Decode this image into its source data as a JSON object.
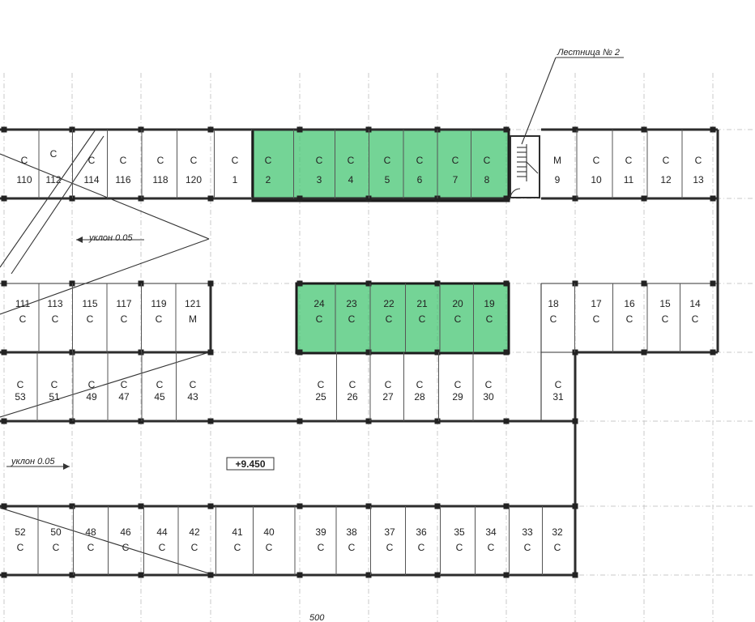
{
  "stair_label": "Лестница № 2",
  "elevation": "+9.450",
  "slope_labels": [
    "уклон 0.05",
    "уклон 0.05"
  ],
  "bottom_dimension": "500",
  "colors": {
    "highlight_fill": "#3ec46d",
    "highlight_opacity": 0.72,
    "wall": "#2d2d2d",
    "grid": "#c9c9c9"
  },
  "rows": {
    "row1": [
      {
        "num": "110",
        "type": "С"
      },
      {
        "num": "112",
        "type": "С"
      },
      {
        "num": "114",
        "type": "С"
      },
      {
        "num": "116",
        "type": "С"
      },
      {
        "num": "118",
        "type": "С"
      },
      {
        "num": "120",
        "type": "С"
      },
      {
        "num": "1",
        "type": "С"
      },
      {
        "num": "2",
        "type": "С"
      },
      {
        "num": "3",
        "type": "С"
      },
      {
        "num": "4",
        "type": "С"
      },
      {
        "num": "5",
        "type": "С"
      },
      {
        "num": "6",
        "type": "С"
      },
      {
        "num": "7",
        "type": "С"
      },
      {
        "num": "8",
        "type": "С"
      },
      {
        "num": "9",
        "type": "М"
      },
      {
        "num": "10",
        "type": "С"
      },
      {
        "num": "11",
        "type": "С"
      },
      {
        "num": "12",
        "type": "С"
      },
      {
        "num": "13",
        "type": "С"
      }
    ],
    "row2": [
      {
        "num": "111",
        "type": "С"
      },
      {
        "num": "113",
        "type": "С"
      },
      {
        "num": "115",
        "type": "С"
      },
      {
        "num": "117",
        "type": "С"
      },
      {
        "num": "119",
        "type": "С"
      },
      {
        "num": "121",
        "type": "М"
      },
      {
        "num": "24",
        "type": "С"
      },
      {
        "num": "23",
        "type": "С"
      },
      {
        "num": "22",
        "type": "С"
      },
      {
        "num": "21",
        "type": "С"
      },
      {
        "num": "20",
        "type": "С"
      },
      {
        "num": "19",
        "type": "С"
      },
      {
        "num": "18",
        "type": "С"
      },
      {
        "num": "17",
        "type": "С"
      },
      {
        "num": "16",
        "type": "С"
      },
      {
        "num": "15",
        "type": "С"
      },
      {
        "num": "14",
        "type": "С"
      }
    ],
    "row3": [
      {
        "num": "53",
        "type": "С"
      },
      {
        "num": "51",
        "type": "С"
      },
      {
        "num": "49",
        "type": "С"
      },
      {
        "num": "47",
        "type": "С"
      },
      {
        "num": "45",
        "type": "С"
      },
      {
        "num": "43",
        "type": "С"
      },
      {
        "num": "25",
        "type": "С"
      },
      {
        "num": "26",
        "type": "С"
      },
      {
        "num": "27",
        "type": "С"
      },
      {
        "num": "28",
        "type": "С"
      },
      {
        "num": "29",
        "type": "С"
      },
      {
        "num": "30",
        "type": "С"
      },
      {
        "num": "31",
        "type": "С"
      }
    ],
    "row4": [
      {
        "num": "52",
        "type": "С"
      },
      {
        "num": "50",
        "type": "С"
      },
      {
        "num": "48",
        "type": "С"
      },
      {
        "num": "46",
        "type": "С"
      },
      {
        "num": "44",
        "type": "С"
      },
      {
        "num": "42",
        "type": "С"
      },
      {
        "num": "41",
        "type": "С"
      },
      {
        "num": "40",
        "type": "С"
      },
      {
        "num": "39",
        "type": "С"
      },
      {
        "num": "38",
        "type": "С"
      },
      {
        "num": "37",
        "type": "С"
      },
      {
        "num": "36",
        "type": "С"
      },
      {
        "num": "35",
        "type": "С"
      },
      {
        "num": "34",
        "type": "С"
      },
      {
        "num": "33",
        "type": "С"
      },
      {
        "num": "32",
        "type": "С"
      }
    ]
  }
}
